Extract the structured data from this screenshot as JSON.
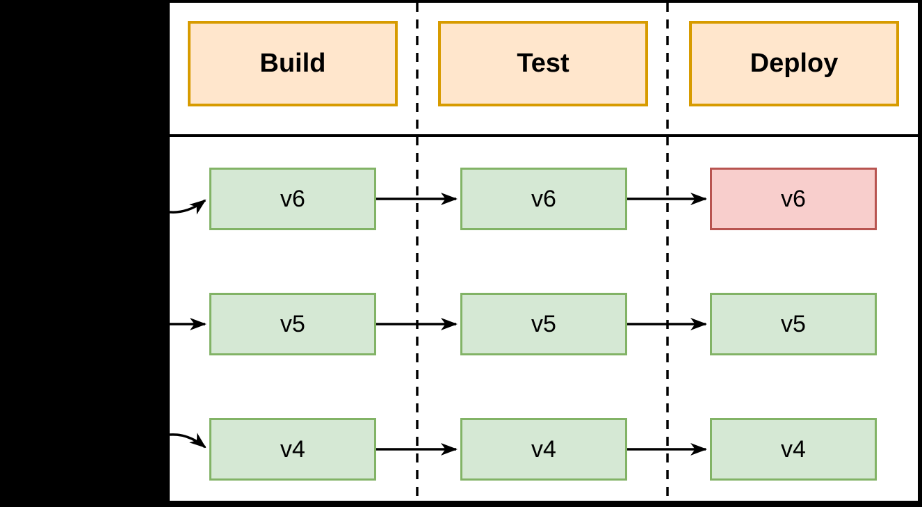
{
  "stages": [
    {
      "label": "Build"
    },
    {
      "label": "Test"
    },
    {
      "label": "Deploy"
    }
  ],
  "pipelines": [
    {
      "cells": [
        {
          "label": "v6",
          "status": "ok"
        },
        {
          "label": "v6",
          "status": "ok"
        },
        {
          "label": "v6",
          "status": "failed"
        }
      ]
    },
    {
      "cells": [
        {
          "label": "v5",
          "status": "ok"
        },
        {
          "label": "v5",
          "status": "ok"
        },
        {
          "label": "v5",
          "status": "ok"
        }
      ]
    },
    {
      "cells": [
        {
          "label": "v4",
          "status": "ok"
        },
        {
          "label": "v4",
          "status": "ok"
        },
        {
          "label": "v4",
          "status": "ok"
        }
      ]
    }
  ],
  "colors": {
    "canvas_bg": "#000000",
    "panel_bg": "#ffffff",
    "line": "#000000",
    "header_fill": "#ffe6cc",
    "header_border": "#d79b00",
    "ok_fill": "#d5e8d4",
    "ok_border": "#82b366",
    "fail_fill": "#f8cecc",
    "fail_border": "#b85450"
  }
}
